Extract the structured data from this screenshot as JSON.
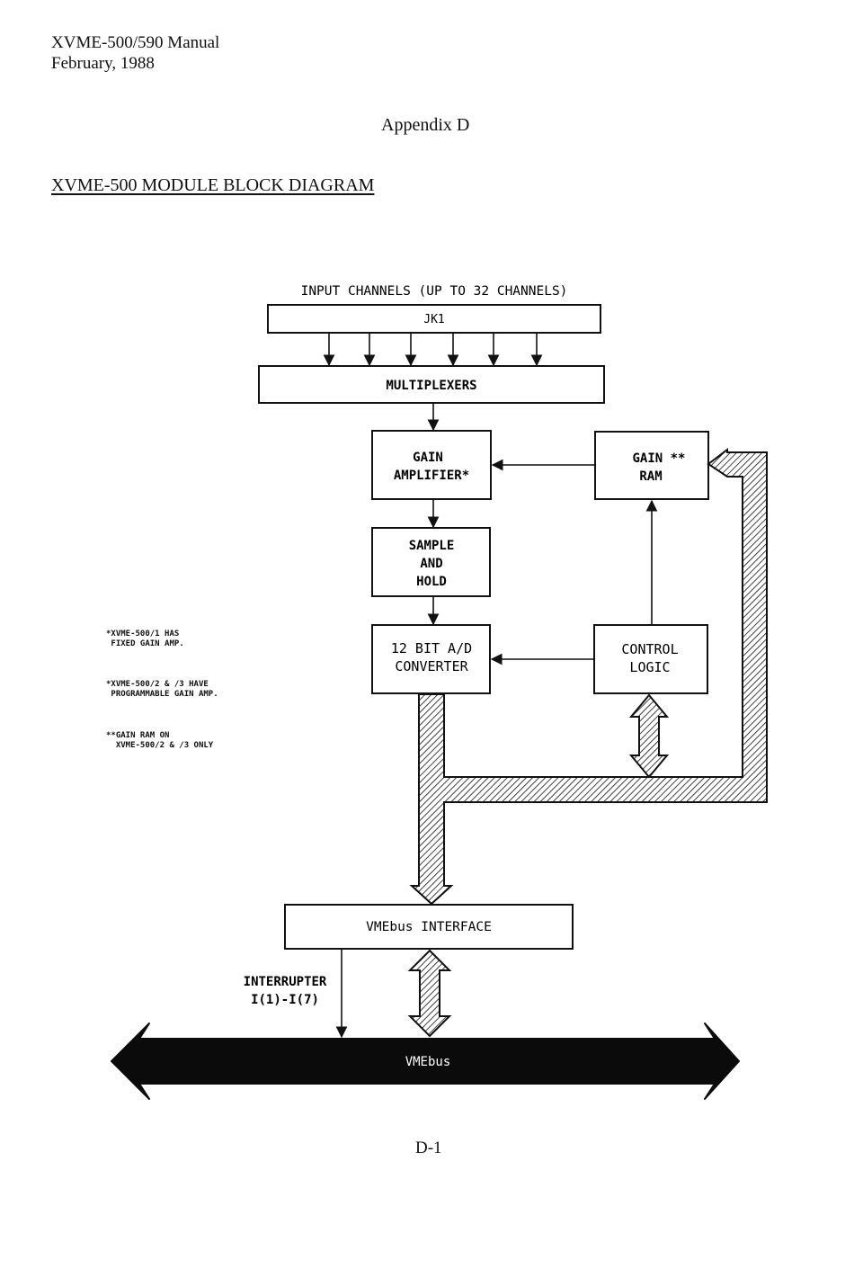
{
  "header": {
    "line1": "XVME-500/590 Manual",
    "line2": "February, 1988"
  },
  "appendix_label": "Appendix D",
  "title": "XVME-500 MODULE BLOCK DIAGRAM",
  "diagram": {
    "input_label": "INPUT CHANNELS (UP TO 32 CHANNELS)",
    "jk1": "JK1",
    "multiplexers": "MULTIPLEXERS",
    "gain_amplifier": [
      "GAIN",
      "AMPLIFIER*"
    ],
    "gain_ram": [
      "GAIN **",
      "RAM"
    ],
    "sample_hold": [
      "SAMPLE",
      "AND",
      "HOLD"
    ],
    "adc": [
      "12 BIT A/D",
      "CONVERTER"
    ],
    "control_logic": [
      "CONTROL",
      "LOGIC"
    ],
    "vmebus_interface": "VMEbus INTERFACE",
    "interrupter": [
      "INTERRUPTER",
      "I(1)-I(7)"
    ],
    "vmebus": "VMEbus"
  },
  "notes": [
    "*XVME-500/1 HAS\n FIXED GAIN AMP.",
    "*XVME-500/2 & /3 HAVE\n PROGRAMMABLE GAIN AMP.",
    "**GAIN RAM ON\n  XVME-500/2 & /3 ONLY"
  ],
  "page_number": "D-1"
}
